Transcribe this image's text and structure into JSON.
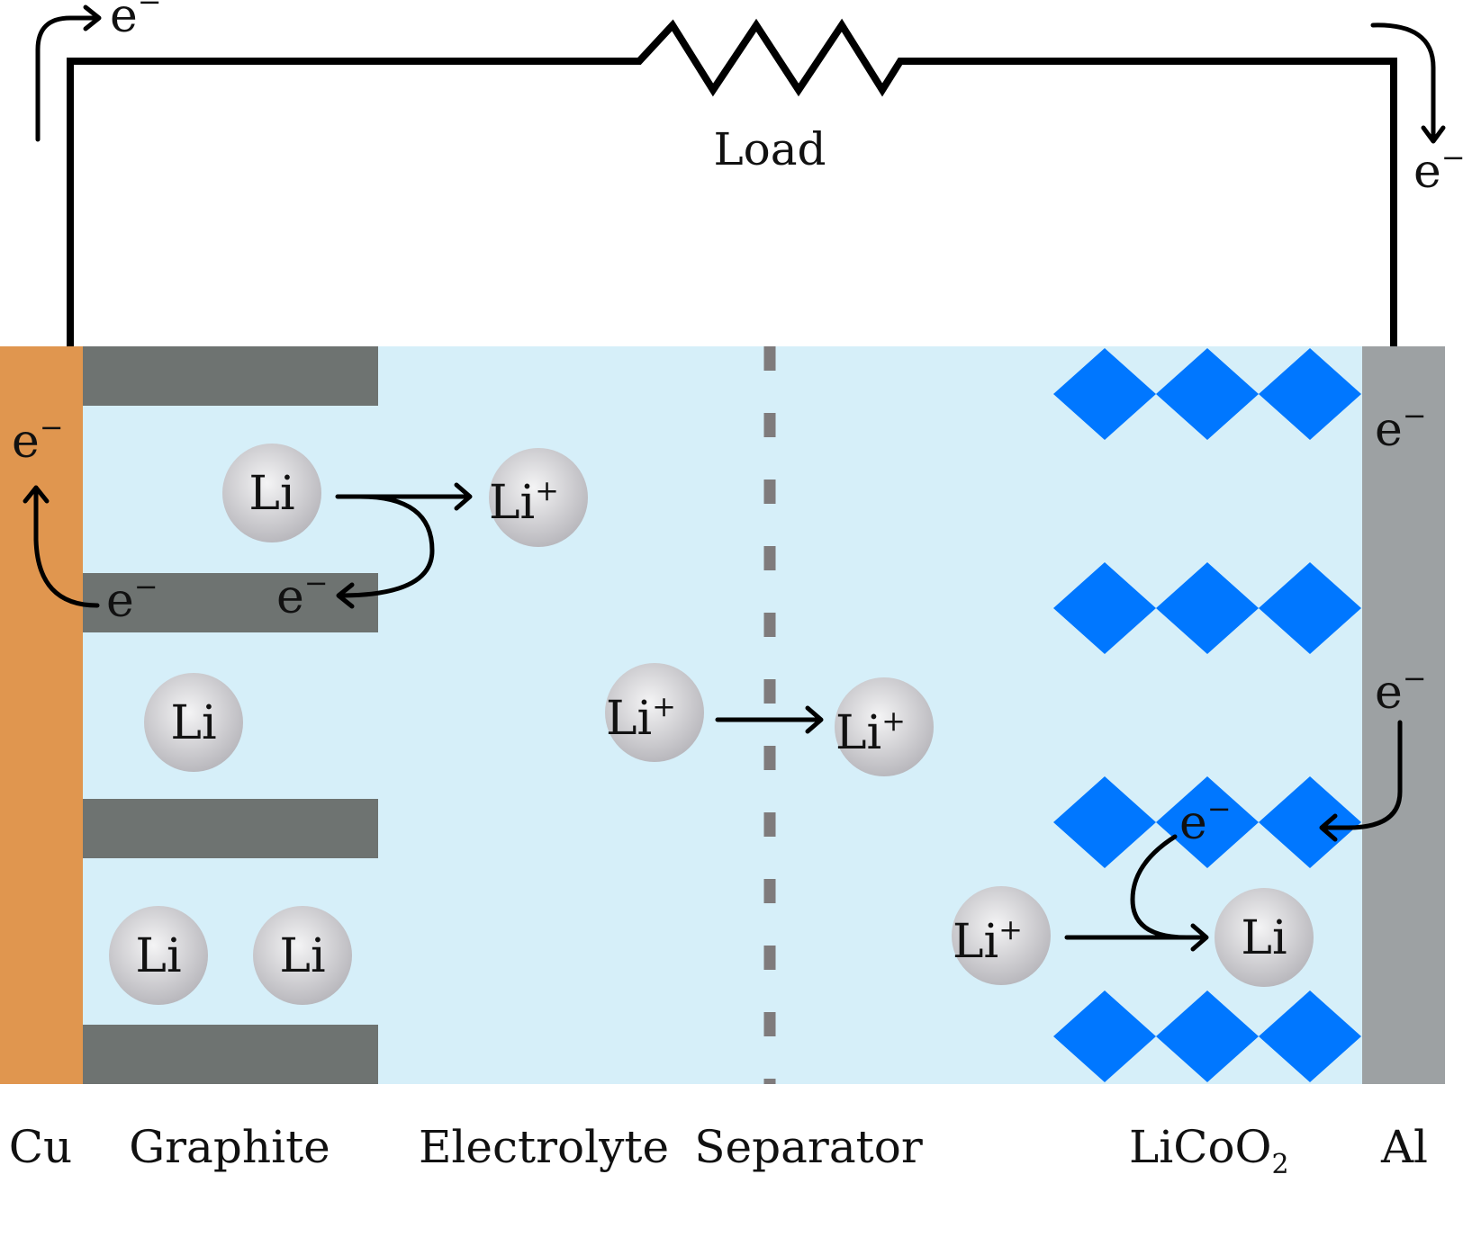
{
  "circuit": {
    "load_label": "Load",
    "electron_label": "e",
    "electron_charge": "−"
  },
  "ion": {
    "neutral_label": "Li",
    "ion_label": "Li",
    "ion_charge": "+"
  },
  "regions": {
    "cu": "Cu",
    "graphite": "Graphite",
    "electrolyte": "Electrolyte",
    "separator": "Separator",
    "licoo2_main": "LiCoO",
    "licoo2_sub": "2",
    "al": "Al"
  },
  "colors": {
    "electrolyte": "#d6eff9",
    "copper": "#e0964f",
    "graphite": "#6e7371",
    "aluminum": "#9da1a3",
    "separator": "#7f7b7c",
    "cathode_crystal": "#0077ff",
    "atom_light": "#f4f4f5",
    "atom_dark": "#b9b8bd"
  }
}
